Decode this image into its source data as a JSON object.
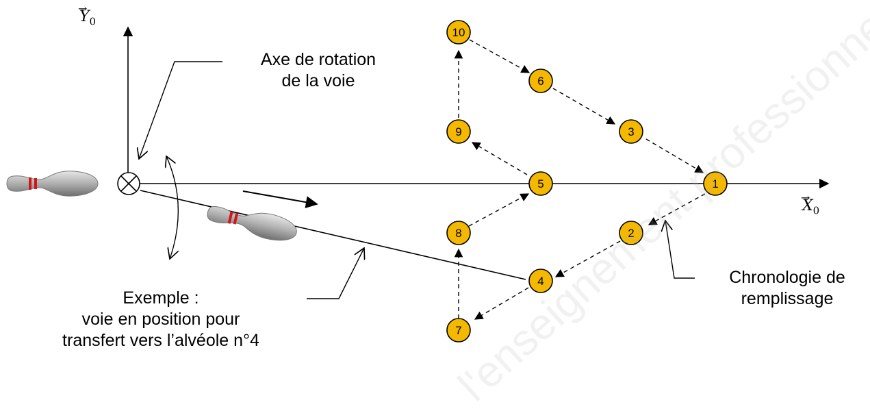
{
  "labels": {
    "axe_rotation": [
      "Axe de rotation",
      "de la voie"
    ],
    "chronologie": [
      "Chronologie de",
      "remplissage"
    ],
    "exemple": [
      "Exemple :",
      "voie en position pour",
      "transfert vers l’alvéole n°4"
    ]
  },
  "axes": {
    "y_symbol": "Y",
    "y_sub": "0",
    "x_symbol": "X",
    "x_sub": "0"
  },
  "nodes": [
    "1",
    "2",
    "3",
    "4",
    "5",
    "6",
    "7",
    "8",
    "9",
    "10"
  ],
  "watermark": "l'enseignement professionnel",
  "colors": {
    "node_fill": "#f5b800",
    "node_stroke": "#000000",
    "pin_stripe": "#d01818",
    "pin_body": "#a9a9a9"
  }
}
